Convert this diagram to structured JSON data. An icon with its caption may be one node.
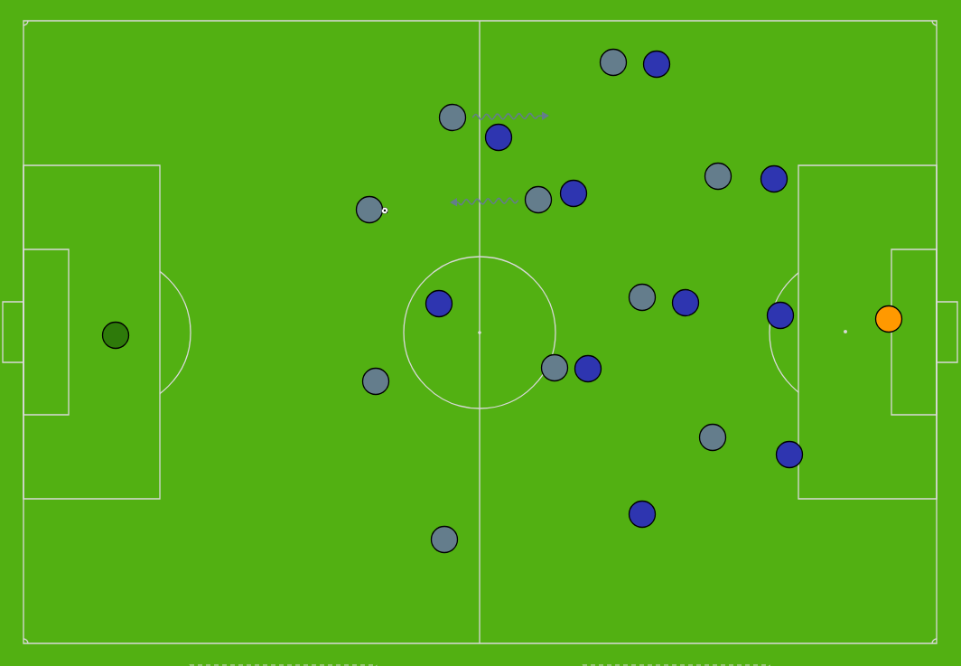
{
  "diagram": {
    "nodes": [
      {
        "text": [],
        "shape": "circle"
      },
      {
        "text": [],
        "shape": "circle"
      },
      {
        "text": [],
        "shape": "circle"
      },
      {
        "text": [],
        "shape": "circle"
      },
      {
        "text": [],
        "shape": "circle"
      },
      {
        "text": [],
        "shape": "circle"
      },
      {
        "text": [],
        "shape": "circle"
      },
      {
        "text": [],
        "shape": "circle"
      },
      {
        "text": [],
        "shape": "circle"
      },
      {
        "text": [],
        "shape": "circle"
      },
      {
        "text": [],
        "shape": "circle"
      },
      {
        "text": [],
        "shape": "circle"
      },
      {
        "text": [],
        "shape": "circle"
      },
      {
        "text": [],
        "shape": "circle"
      },
      {
        "text": [],
        "shape": "circle"
      },
      {
        "text": [],
        "shape": "circle"
      },
      {
        "text": [],
        "shape": "circle"
      },
      {
        "text": [],
        "shape": "circle"
      },
      {
        "text": [],
        "shape": "circle"
      },
      {
        "text": [],
        "shape": "circle"
      },
      {
        "text": [],
        "shape": "circle"
      },
      {
        "text": [],
        "shape": "circle"
      }
    ],
    "edges": [
      {
        "from": 2,
        "to": null,
        "arrow": "to"
      },
      {
        "from": 7,
        "to": null,
        "arrow": "to"
      }
    ]
  }
}
